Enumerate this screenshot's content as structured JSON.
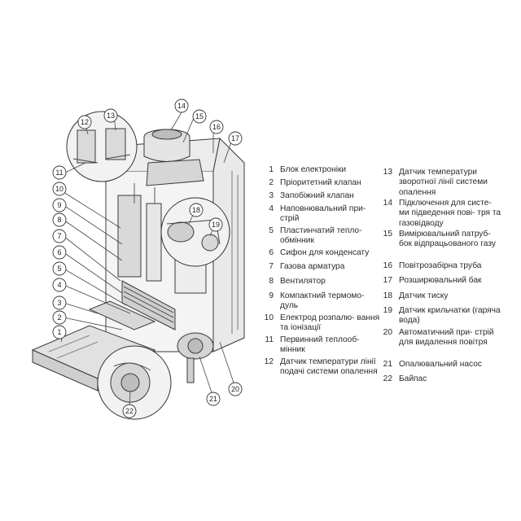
{
  "legend": {
    "left": [
      {
        "num": "1",
        "text": "Блок електроніки"
      },
      {
        "num": "2",
        "text": "Пріоритетний клапан"
      },
      {
        "num": "3",
        "text": "Запобіжний клапан"
      },
      {
        "num": "4",
        "text": "Наповнювальний при- стрій"
      },
      {
        "num": "5",
        "text": "Пластинчатий тепло- обмінник"
      },
      {
        "num": "6",
        "text": "Сифон для конденсату"
      },
      {
        "num": "7",
        "text": "Газова арматура"
      },
      {
        "num": "8",
        "text": "Вентилятор"
      },
      {
        "num": "9",
        "text": "Компактний термомо- дуль"
      },
      {
        "num": "10",
        "text": "Електрод розпалю- вання та іонізації"
      },
      {
        "num": "11",
        "text": "Первинний теплооб- мінник"
      },
      {
        "num": "12",
        "text": "Датчик температури лінії подачі системи опалення"
      }
    ],
    "right": [
      {
        "num": "13",
        "text": "Датчик температури зворотної лінії системи опалення"
      },
      {
        "num": "14",
        "text": "Підключення для систе- ми підведення пові- тря та газовідводу"
      },
      {
        "num": "15",
        "text": "Вимірювальний патруб- бок відпрацьованого газу"
      },
      {
        "num": "16",
        "text": "Повітрозабірна труба"
      },
      {
        "num": "17",
        "text": "Розширювальний бак"
      },
      {
        "num": "18",
        "text": "Датчик тиску"
      },
      {
        "num": "19",
        "text": "Датчик крильчатки (гаряча вода)"
      },
      {
        "num": "20",
        "text": "Автоматичний при- стрій для видалення повітря"
      },
      {
        "num": "21",
        "text": "Опалювальний насос"
      },
      {
        "num": "22",
        "text": "Байпас"
      }
    ]
  },
  "callouts": [
    "1",
    "2",
    "3",
    "4",
    "5",
    "6",
    "7",
    "8",
    "9",
    "10",
    "11",
    "12",
    "13",
    "14",
    "15",
    "16",
    "17",
    "18",
    "19",
    "20",
    "21",
    "22"
  ]
}
